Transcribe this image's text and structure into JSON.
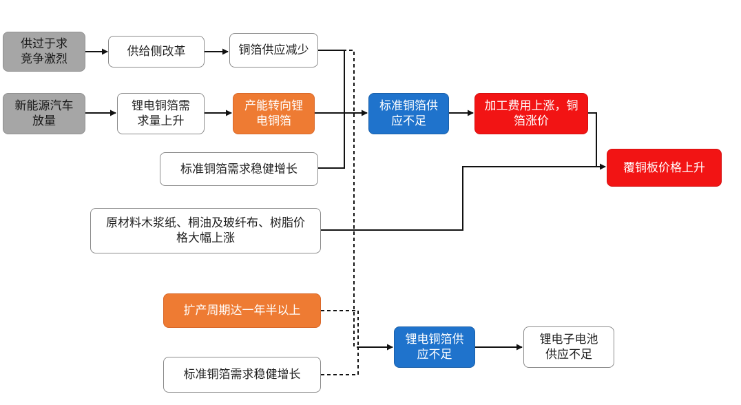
{
  "colors": {
    "gray": "#a6a6a6",
    "orange": "#ee7b33",
    "blue": "#1f73cc",
    "red": "#f21414",
    "line": "#111111"
  },
  "nodes": {
    "n1": "供过于求竞争激烈",
    "n2": "供给侧改革",
    "n3": "铜箔供应减少",
    "n4": "新能源汽车放量",
    "n5": "锂电铜箔需求量上升",
    "n6": "产能转向锂电铜箔",
    "n7": "标准铜箔需求稳健增长",
    "n8": "标准铜箔供应不足",
    "n9": "加工费用上涨，铜箔涨价",
    "n10": "覆铜板价格上升",
    "n11": "原材料木浆纸、桐油及玻纤布、树脂价格大幅上涨",
    "n12": "扩产周期达一年半以上",
    "n13": "标准铜箔需求稳健增长",
    "n14": "锂电铜箔供应不足",
    "n15": "锂电子电池供应不足"
  }
}
